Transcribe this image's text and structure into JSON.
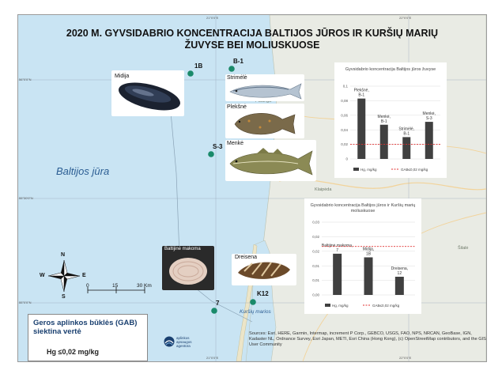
{
  "title_line1": "2020 M. GYVSIDABRIO KONCENTRACIJA BALTIJOS JŪROS IR KURŠIŲ MARIŲ",
  "title_line2": "ŽUVYSE BEI MOLIUSKUOSE",
  "grid_lon": [
    "21°0'0\"E",
    "22°0'0\"E"
  ],
  "grid_lon_bottom": [
    "21°0'0\"E",
    "22°0'0\"E"
  ],
  "grid_lat": [
    "56°0'0\"N",
    "55°30'0\"N",
    "55°0'0\"N"
  ],
  "stations": [
    "1B",
    "B-1",
    "S-3",
    "7",
    "K12"
  ],
  "species": {
    "midija": "Midija",
    "strimele": "Strimėlė",
    "plekšne": "Plekšnė",
    "menke": "Menkė",
    "baltijine": "Baltijinė makoma",
    "dreisena": "Dreisena"
  },
  "places": {
    "palanga": "Palanga",
    "klaipeda": "Klaipėda",
    "silale": "Šilalė"
  },
  "sea_label": "Baltijos jūra",
  "lagoon_label": "Kuršių marios",
  "compass": {
    "n": "N",
    "s": "S",
    "e": "E",
    "w": "W"
  },
  "scale": {
    "t0": "0",
    "t1": "15",
    "t2": "30 Km"
  },
  "gab": {
    "title": "Geros aplinkos būklės (GAB) siektina vertė",
    "value": "Hg ≤0,02 mg/kg"
  },
  "logo": {
    "line1": "aplinkos",
    "line2": "apsaugos",
    "line3": "agentūra"
  },
  "sources": "Sources: Esri, HERE, Garmin, Intermap, increment P Corp., GEBCO, USGS, FAO, NPS, NRCAN, GeoBase, IGN, Kadaster NL, Ordnance Survey, Esri Japan, METI, Esri China (Hong Kong), (c) OpenStreetMap contributors, and the GIS User Community",
  "colors": {
    "sea": "#c9e4f3",
    "land": "#e9ebe4",
    "bar": "#404040",
    "gab_line": "#e03030",
    "station": "#1a8a6a"
  },
  "chart_data": [
    {
      "type": "bar",
      "title": "Gyvsidabrio koncentracija Baltijos jūros žuvyse",
      "categories": [
        "Plekšnė, B-1",
        "Menkė, B-1",
        "Strimėlė, B-1",
        "Menkė, S-3"
      ],
      "values": [
        0.083,
        0.047,
        0.03,
        0.051
      ],
      "series_name": "Hg, mg/kg",
      "reference": {
        "name": "GAB≤0,02 mg/kg",
        "value": 0.02
      },
      "ylim": [
        0,
        0.1
      ],
      "yticks": [
        "0",
        "0,02",
        "0,04",
        "0,06",
        "0,08",
        "0,1"
      ],
      "grid": true,
      "legend": "bottom"
    },
    {
      "type": "bar",
      "title": "Gyvsidabrio koncentracija Baltijos jūros ir Kuršių marių moliuskuose",
      "categories": [
        "Baltijinė makoma, 7",
        "Midija, 1B",
        "Dreisena, 12"
      ],
      "values": [
        0.017,
        0.0155,
        0.0075
      ],
      "series_name": "Hg, mg/kg",
      "reference": {
        "name": "GAB≤0,02 mg/kg",
        "value": 0.02
      },
      "ylim": [
        0,
        0.03
      ],
      "yticks": [
        "0,00",
        "0,01",
        "0,01",
        "0,02",
        "0,02",
        "0,03"
      ],
      "grid": true,
      "legend": "bottom"
    }
  ]
}
